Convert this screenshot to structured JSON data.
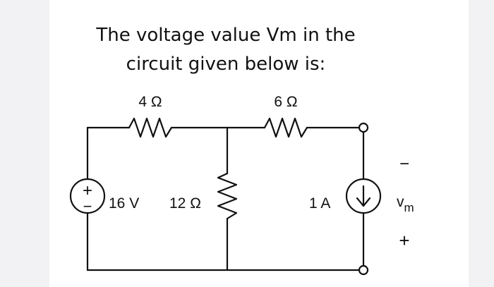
{
  "question": {
    "line1": "The voltage value Vm in the",
    "line2": "circuit given below is:"
  },
  "circuit": {
    "r1_label": "4 Ω",
    "r2_label": "6 Ω",
    "r3_label": "12 Ω",
    "source_voltage_label": "16 V",
    "source_plus": "+",
    "source_minus": "−",
    "current_source_label": "1 A",
    "vm_minus": "−",
    "vm_label": "v",
    "vm_subscript": "m",
    "vm_plus": "+"
  }
}
